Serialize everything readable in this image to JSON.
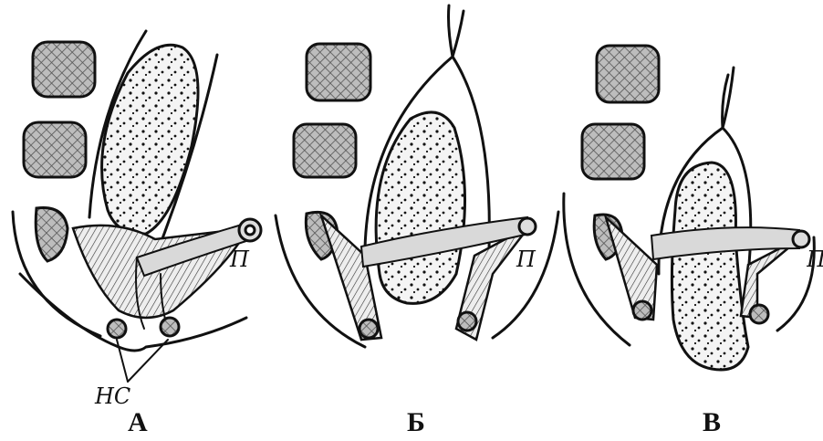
{
  "panels": [
    {
      "label": "А",
      "marker_p": "П",
      "marker_ns": "НС"
    },
    {
      "label": "Б",
      "marker_p": "П"
    },
    {
      "label": "В",
      "marker_p": "П"
    }
  ],
  "colors": {
    "ink": "#111111",
    "speckle_fill": "#f4f4f4",
    "band": "#d9d9d9",
    "crosshatch": "#666666"
  }
}
